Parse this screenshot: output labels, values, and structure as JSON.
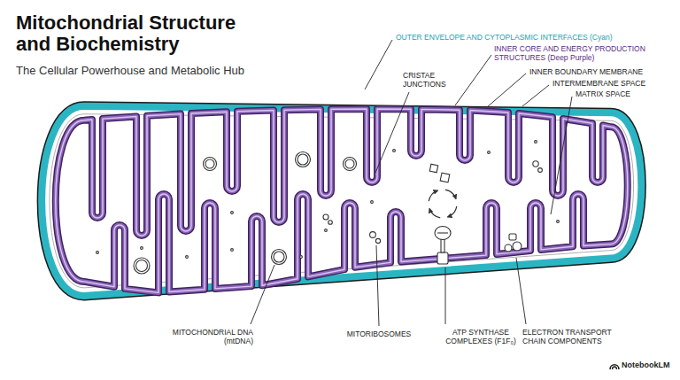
{
  "diagram": {
    "title": "Mitochondrial Structure and Biochemistry",
    "labels": [
      "The Cellular Powerhouse and Metabolic Hub",
      "OUTER ENVELOPE AND CYTOPLASMIC INTERFACES (Cyan)",
      "CRISTAE JUNCTIONS",
      "INNER CORE AND ENERGY PRODUCTION STRUCTURES (Deep Purple)",
      "INNER BOUNDARY MEMBRANE",
      "INTERMEMBRANE SPACE",
      "MATRIX SPACE",
      "MITOCHONDRIAL DNA (mtDNA)",
      "MITORIBOSOMES",
      "ATP SYNTHASE COMPLEXES (F1F₀)",
      "ELECTRON TRANSPORT CHAIN COMPONENTS",
      "NotebookLM"
    ]
  }
}
